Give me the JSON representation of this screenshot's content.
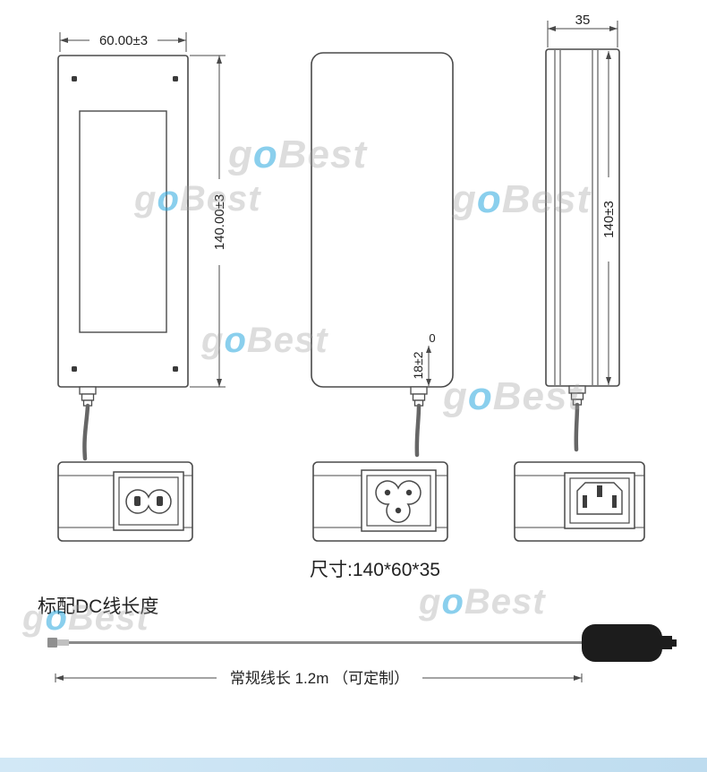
{
  "watermark": {
    "g": "g",
    "o": "o",
    "best": "Best"
  },
  "front_view": {
    "width_dim": "60.00±3",
    "height_dim": "140.00±3"
  },
  "middle_view": {
    "zero_label": "0",
    "exit_dim": "18±2"
  },
  "side_view": {
    "width_dim": "35",
    "height_dim": "140±3"
  },
  "size_caption": "尺寸:140*60*35",
  "dc_section": {
    "title": "标配DC线长度",
    "cable_dim": "常规线长 1.2m （可定制）"
  },
  "colors": {
    "line": "#4a4a4a",
    "accent_blue": "#2aa7df",
    "bottom_bar": "#c4e0f2"
  }
}
